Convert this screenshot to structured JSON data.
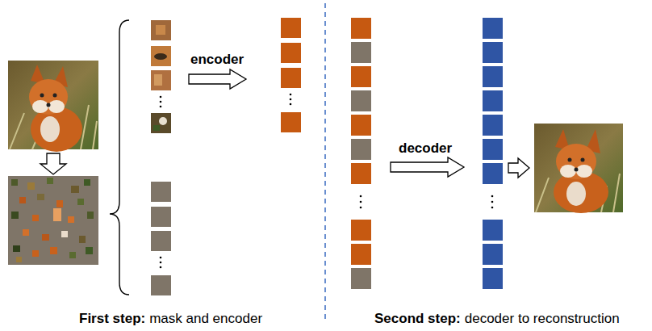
{
  "diagram": {
    "labels": [
      "encoder",
      "decoder",
      "First step:",
      "mask and encoder",
      "Second step:",
      "decoder to reconstruction"
    ]
  }
}
